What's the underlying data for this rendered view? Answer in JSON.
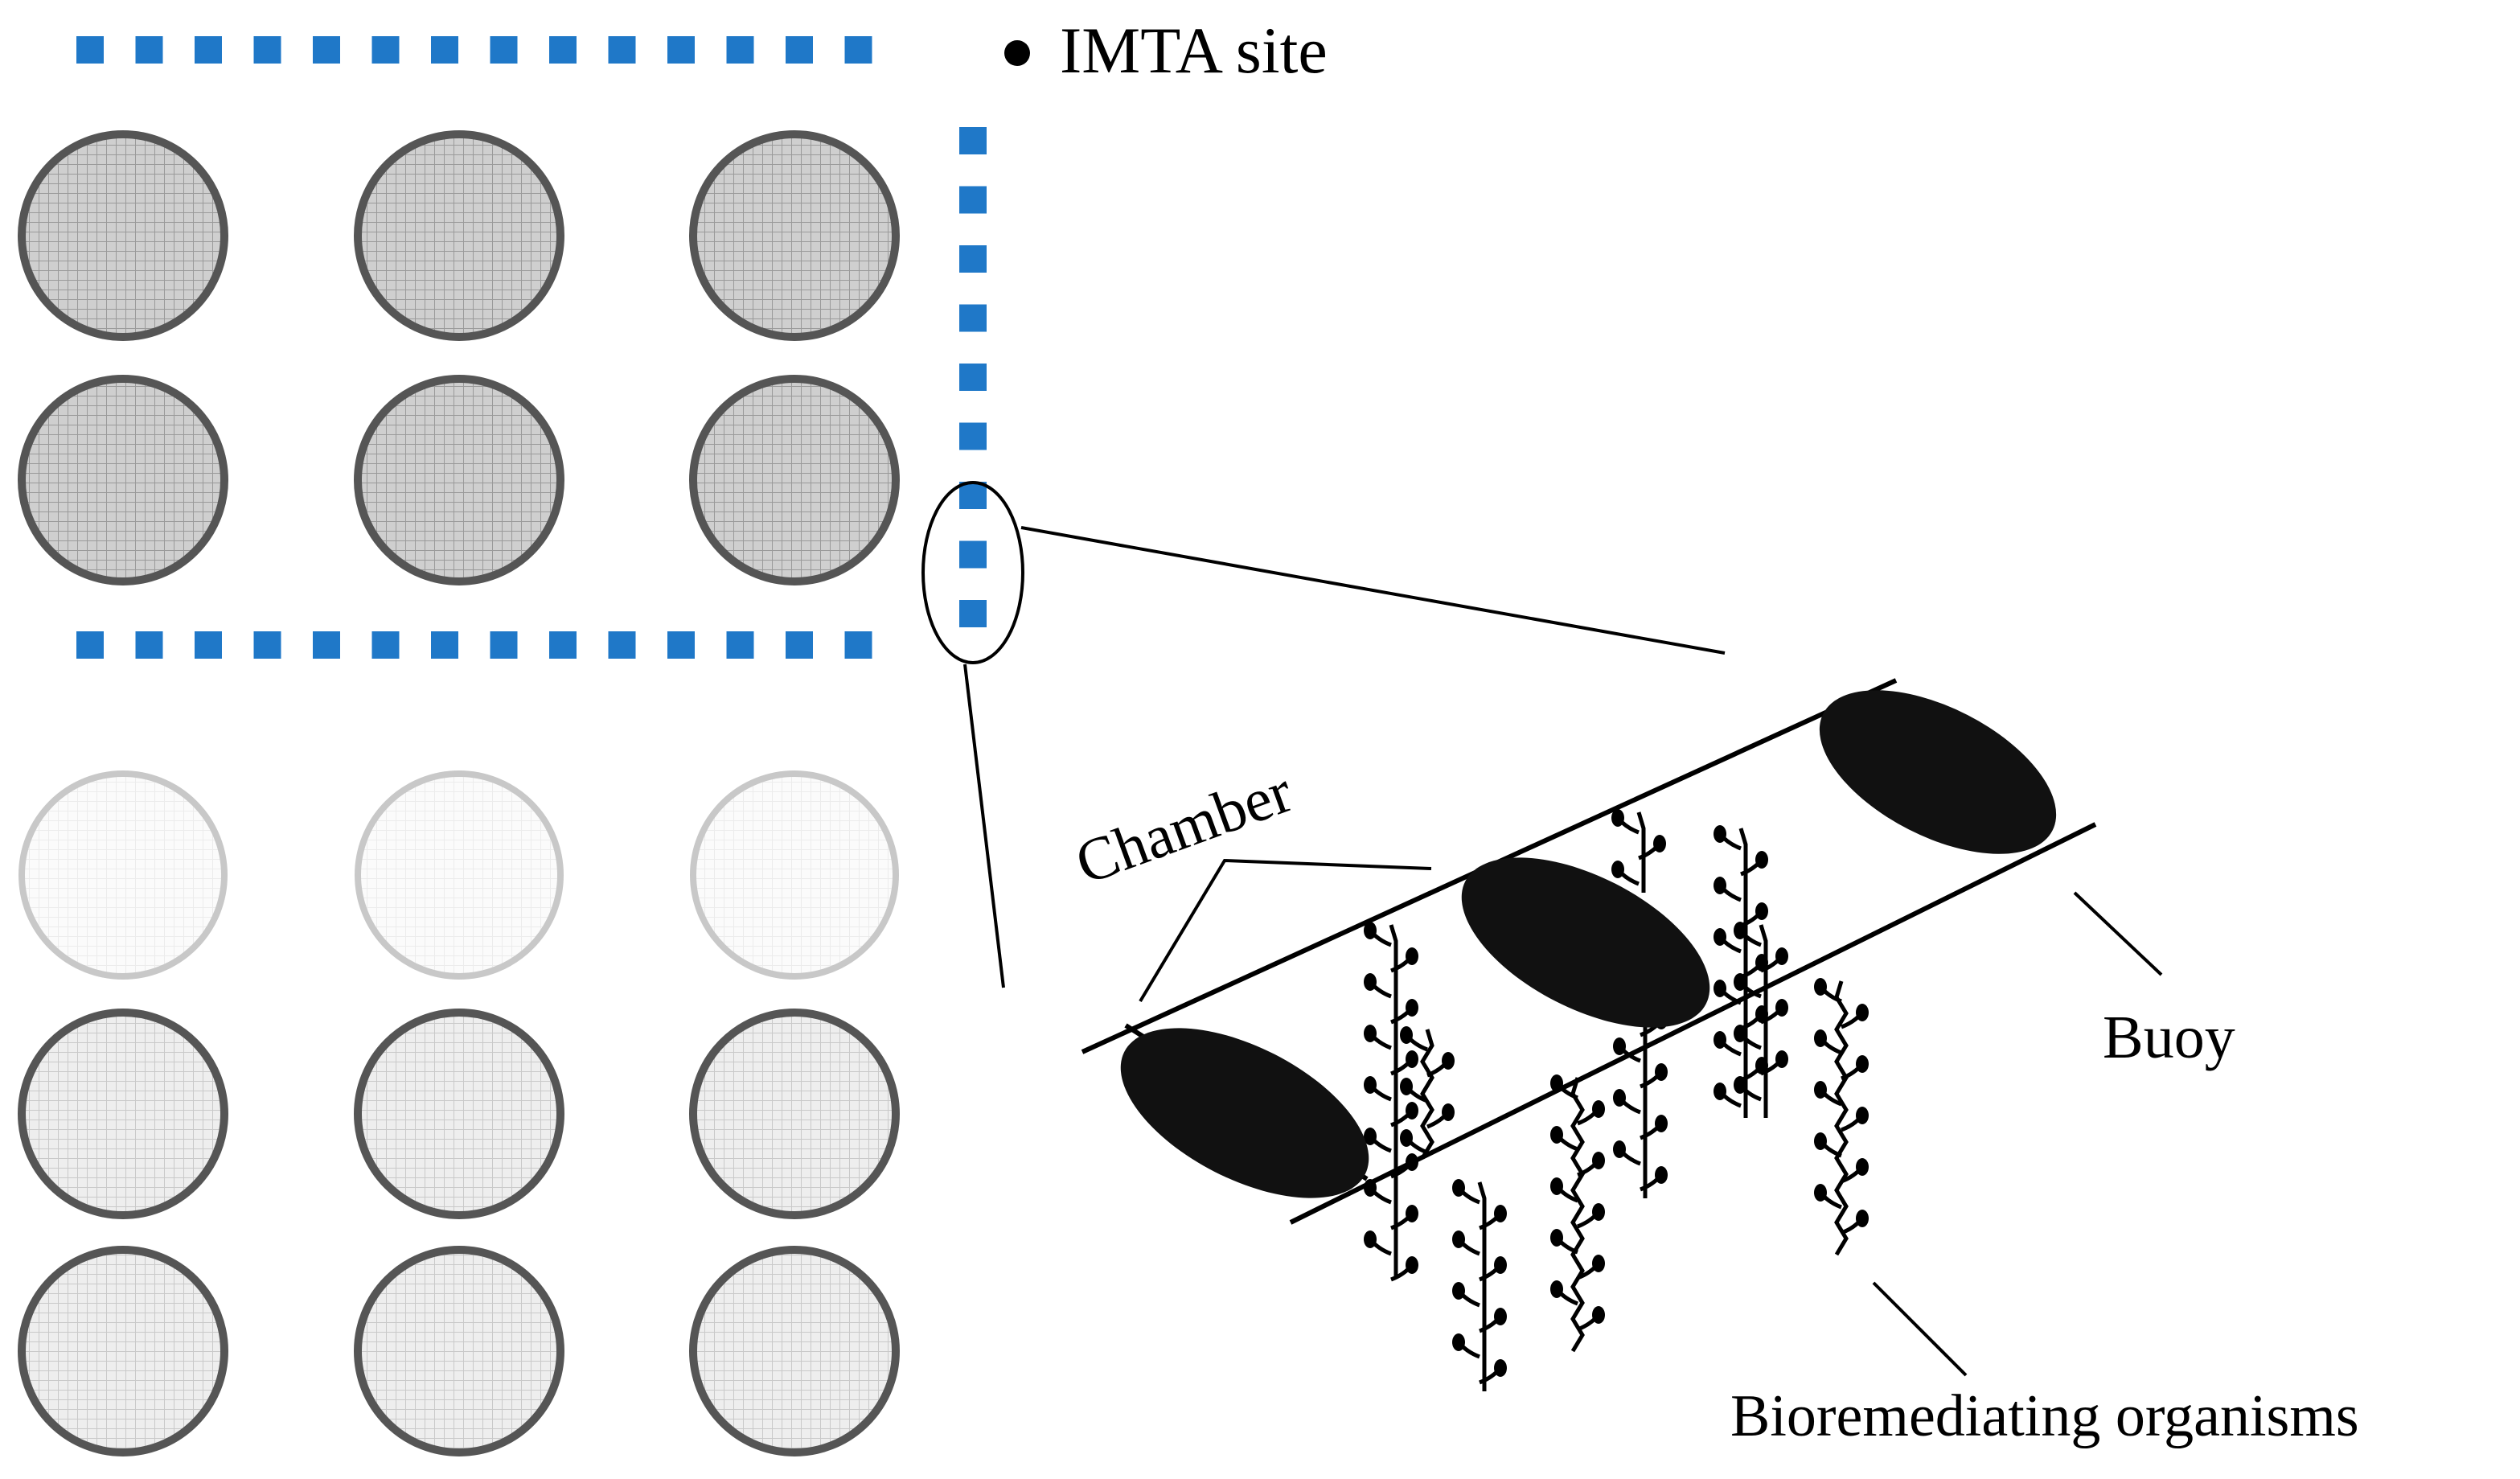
{
  "legend": {
    "marker_icon": "filled-circle-icon",
    "text": "IMTA site"
  },
  "labels": {
    "chamber": "Chamber",
    "buoy": "Buoy",
    "organisms": "Bioremediating organisms"
  },
  "colors": {
    "boundary": "#1f78c8",
    "cage_dark_fill": "#cccccc",
    "cage_dark_stroke": "#555555",
    "cage_faded_stroke": "#c8c8c8",
    "cage_light_fill": "#ececec",
    "chamber_fill": "#111111",
    "line": "#000000"
  },
  "cages": {
    "rows": [
      {
        "tone": "dark"
      },
      {
        "tone": "dark"
      },
      {
        "tone": "faded"
      },
      {
        "tone": "light"
      },
      {
        "tone": "light"
      }
    ],
    "per_row": 3
  },
  "organism_count": 9
}
